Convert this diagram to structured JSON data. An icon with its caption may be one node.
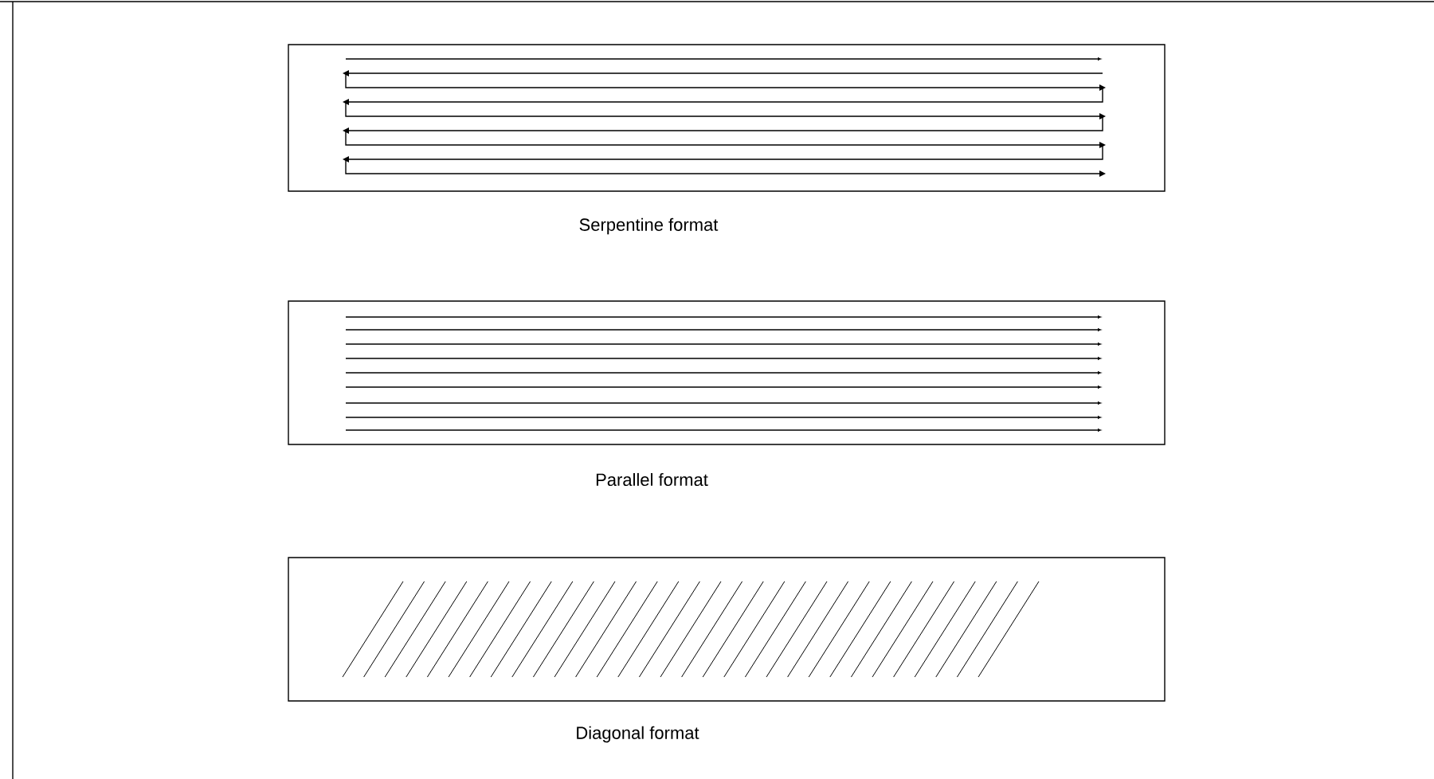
{
  "diagram": {
    "nodes": [
      {
        "text": [
          "Serpentine format"
        ]
      },
      {
        "text": [
          "Parallel format"
        ]
      },
      {
        "text": [
          "Diagonal format"
        ]
      }
    ]
  }
}
